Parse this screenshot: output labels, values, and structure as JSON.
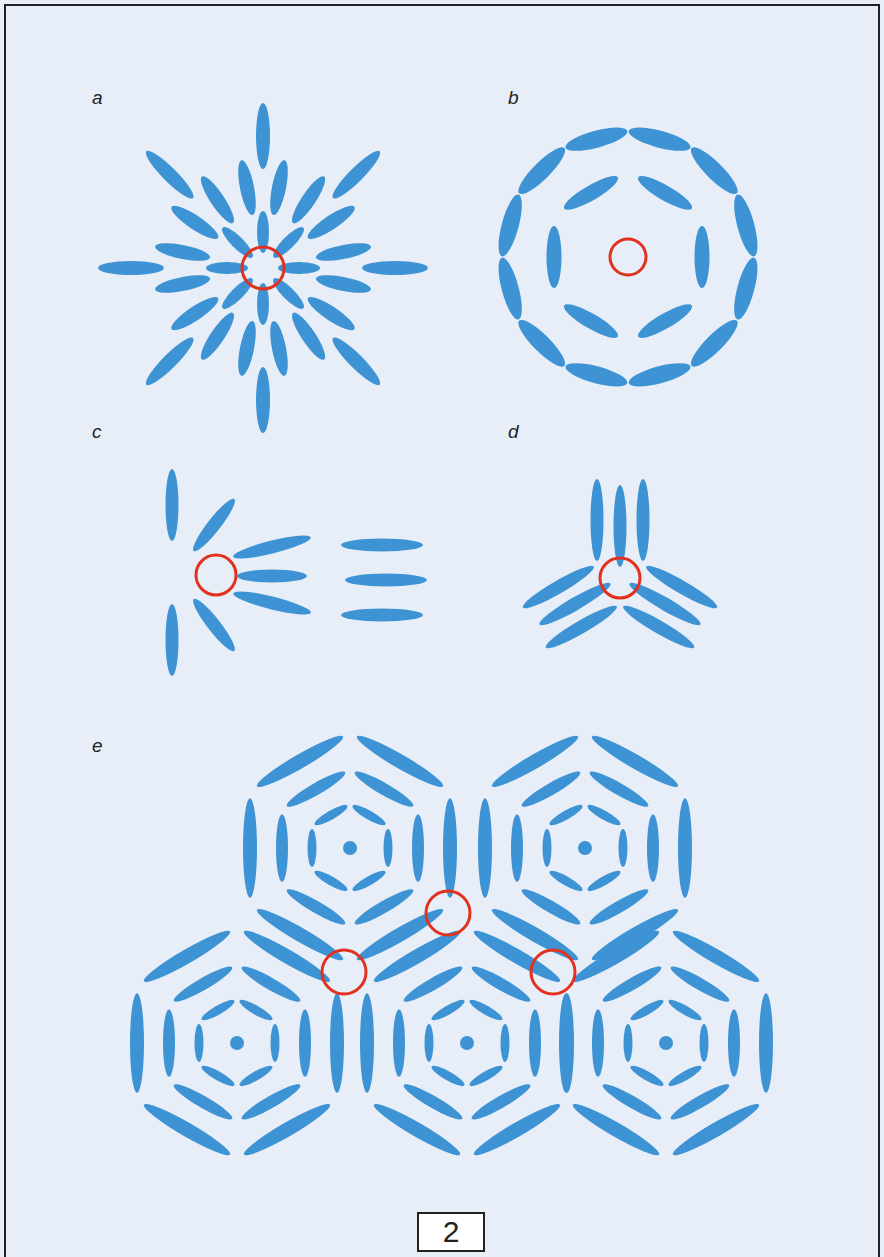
{
  "diagram": {
    "nodes": [
      {
        "text": [
          "2"
        ]
      }
    ],
    "labels": [
      "a",
      "b",
      "c",
      "d",
      "e"
    ]
  }
}
